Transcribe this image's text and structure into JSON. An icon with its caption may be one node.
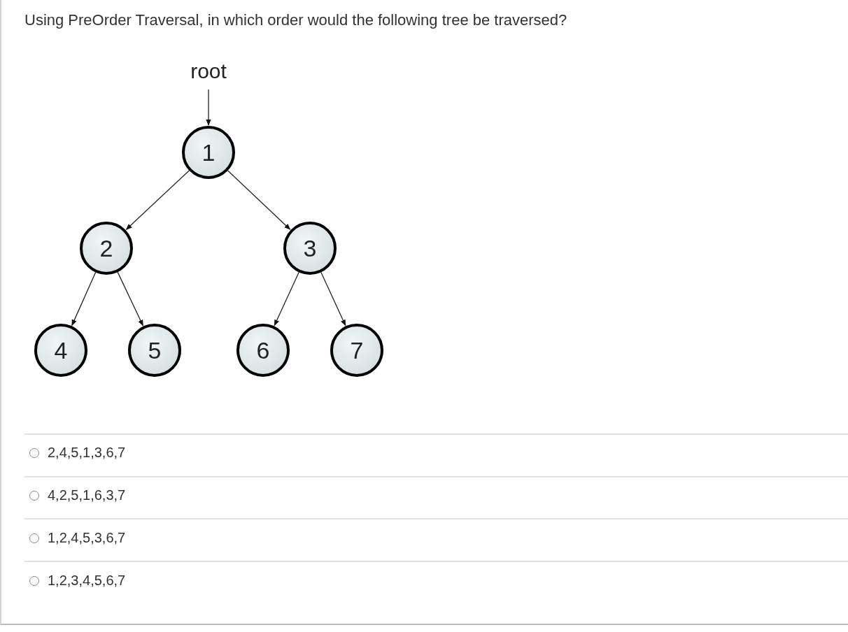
{
  "diagram": {
    "title": "Using PreOrder Traversal, in which order would the following tree be traversed?",
    "nodes": [
      {
        "text": [
          "root"
        ]
      },
      {
        "text": [
          "1"
        ]
      },
      {
        "text": [
          "2"
        ]
      },
      {
        "text": [
          "3"
        ]
      },
      {
        "text": [
          "4"
        ]
      },
      {
        "text": [
          "5"
        ]
      },
      {
        "text": [
          "6"
        ]
      },
      {
        "text": [
          "7"
        ]
      }
    ],
    "edges": [
      {
        "from": 0,
        "to": 1,
        "arrow": "to"
      },
      {
        "from": 1,
        "to": 2,
        "arrow": "to"
      },
      {
        "from": 1,
        "to": 3,
        "arrow": "to"
      },
      {
        "from": 2,
        "to": 4,
        "arrow": "to"
      },
      {
        "from": 2,
        "to": 5,
        "arrow": "to"
      },
      {
        "from": 3,
        "to": 6,
        "arrow": "to"
      },
      {
        "from": 3,
        "to": 7,
        "arrow": "to"
      }
    ],
    "labels": [
      "2,4,5,1,3,6,7",
      "4,2,5,1,6,3,7",
      "1,2,4,5,3,6,7",
      "1,2,3,4,5,6,7"
    ]
  }
}
